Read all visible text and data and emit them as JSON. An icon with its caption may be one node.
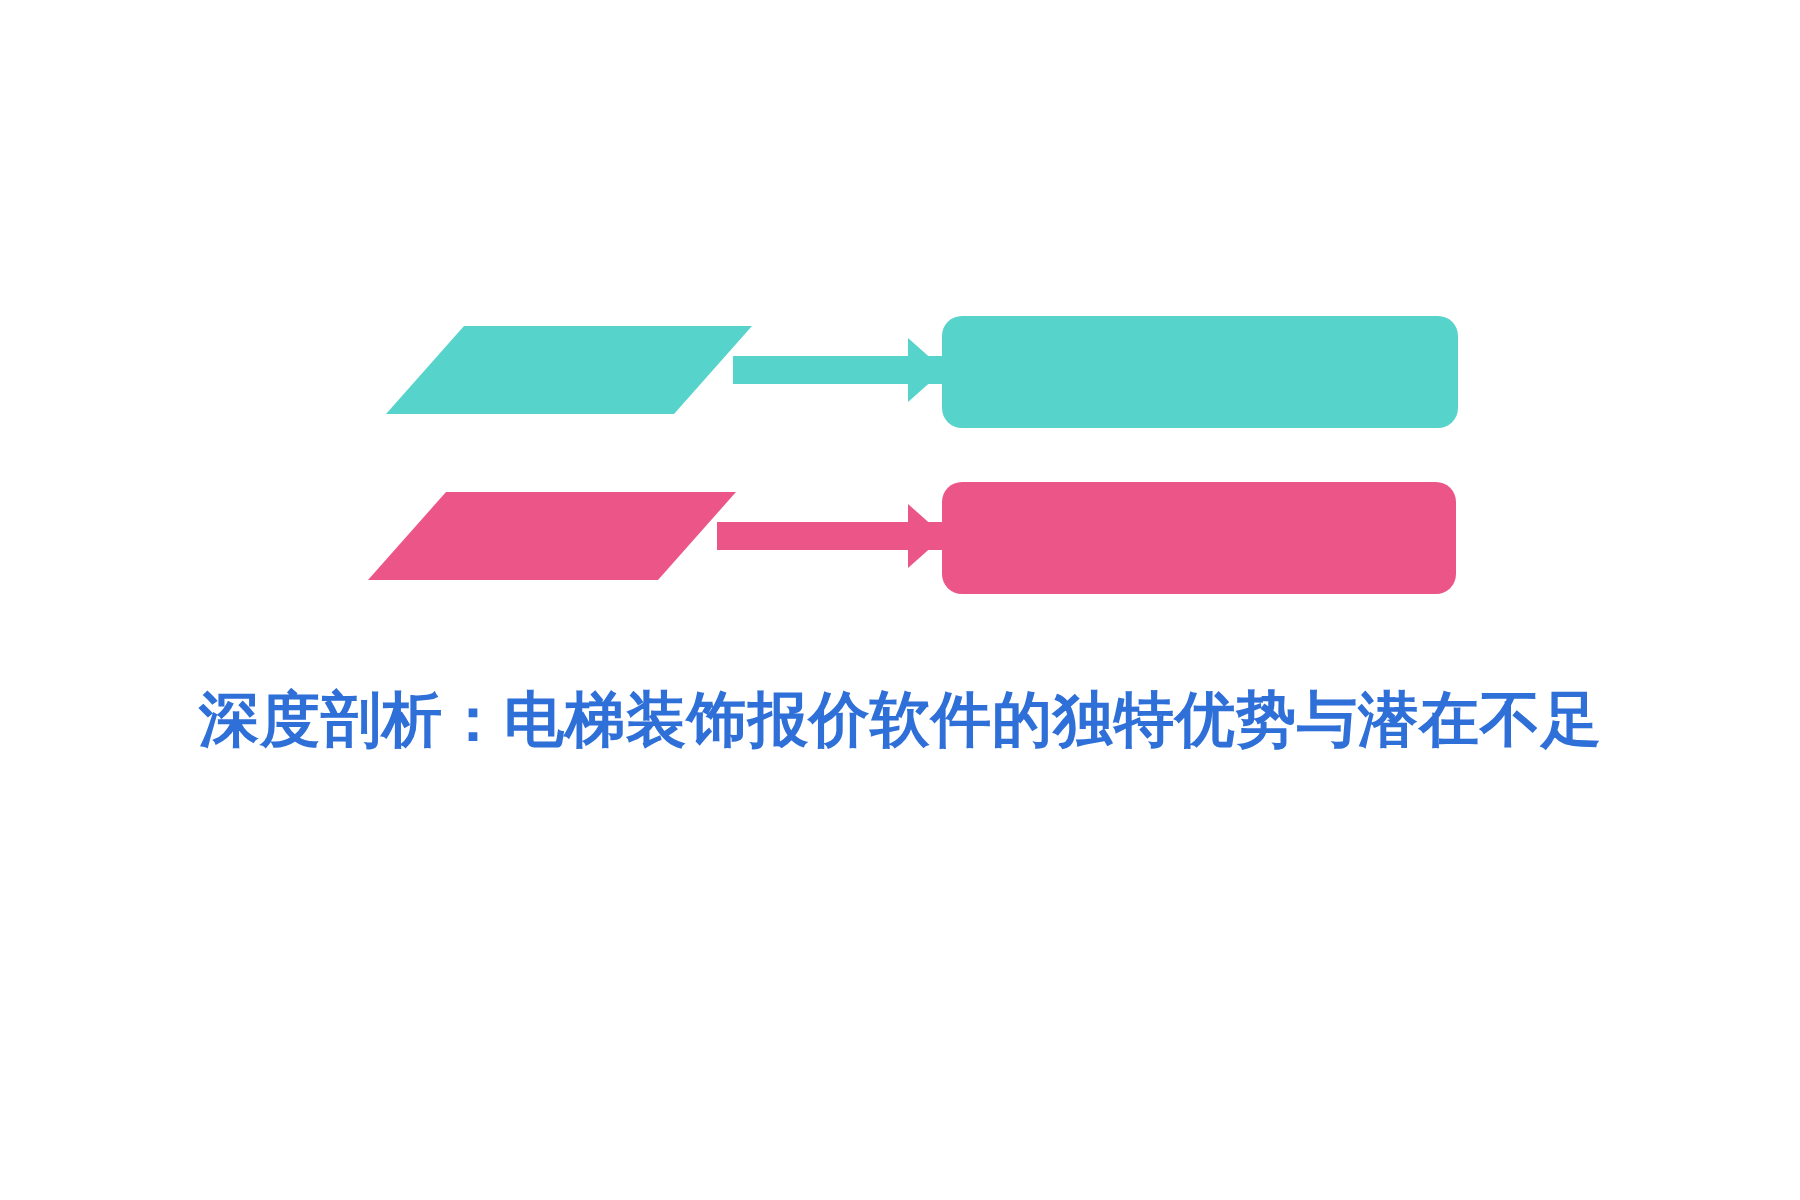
{
  "diagram": {
    "title": "深度剖析：电梯装饰报价软件的独特优势与潜在不足",
    "nodes": [
      {
        "text": [],
        "shape": "parallelogram"
      },
      {
        "text": [],
        "shape": "box"
      },
      {
        "text": [],
        "shape": "parallelogram"
      },
      {
        "text": [],
        "shape": "box"
      }
    ],
    "edges": [
      {
        "from": 0,
        "to": 1,
        "arrow": "to",
        "color": "#56d3ca"
      },
      {
        "from": 2,
        "to": 3,
        "arrow": "to",
        "color": "#ec5587"
      }
    ]
  }
}
